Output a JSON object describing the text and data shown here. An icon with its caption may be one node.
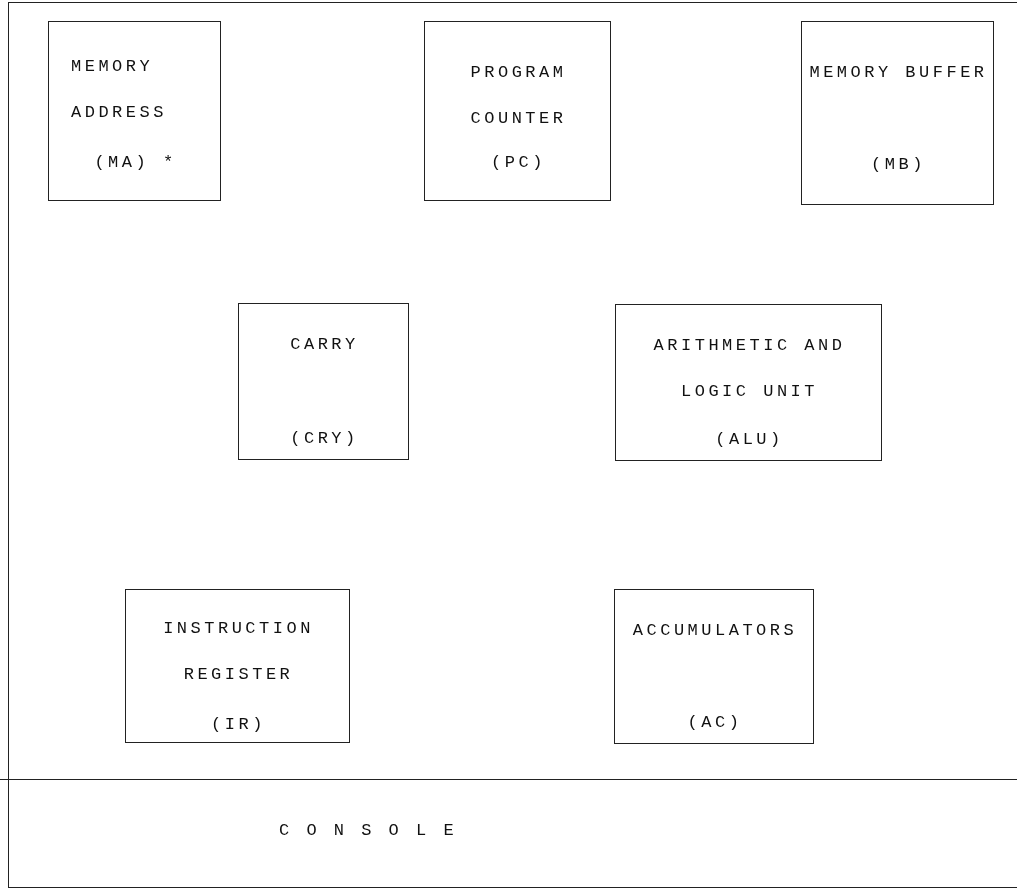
{
  "diagram": {
    "nodes": [
      {
        "text": [],
        "shape": "box"
      },
      {
        "text": [
          "MEMORY ADDRESS",
          "(MA) *"
        ],
        "in": 0
      },
      {
        "text": [
          "PROGRAM COUNTER",
          "(PC)"
        ],
        "in": 0
      },
      {
        "text": [
          "MEMORY BUFFER",
          "(MB)"
        ],
        "in": 0
      },
      {
        "text": [
          "CARRY",
          "(CRY)"
        ],
        "in": 0
      },
      {
        "text": [
          "ARITHMETIC AND LOGIC UNIT",
          "(ALU)"
        ],
        "in": 0
      },
      {
        "text": [
          "INSTRUCTION REGISTER",
          "(IR)"
        ],
        "in": 0
      },
      {
        "text": [
          "ACCUMULATORS",
          "(AC)"
        ],
        "in": 0
      },
      {
        "text": [
          "C O N S O L E"
        ],
        "in": 0
      }
    ],
    "edges": []
  }
}
